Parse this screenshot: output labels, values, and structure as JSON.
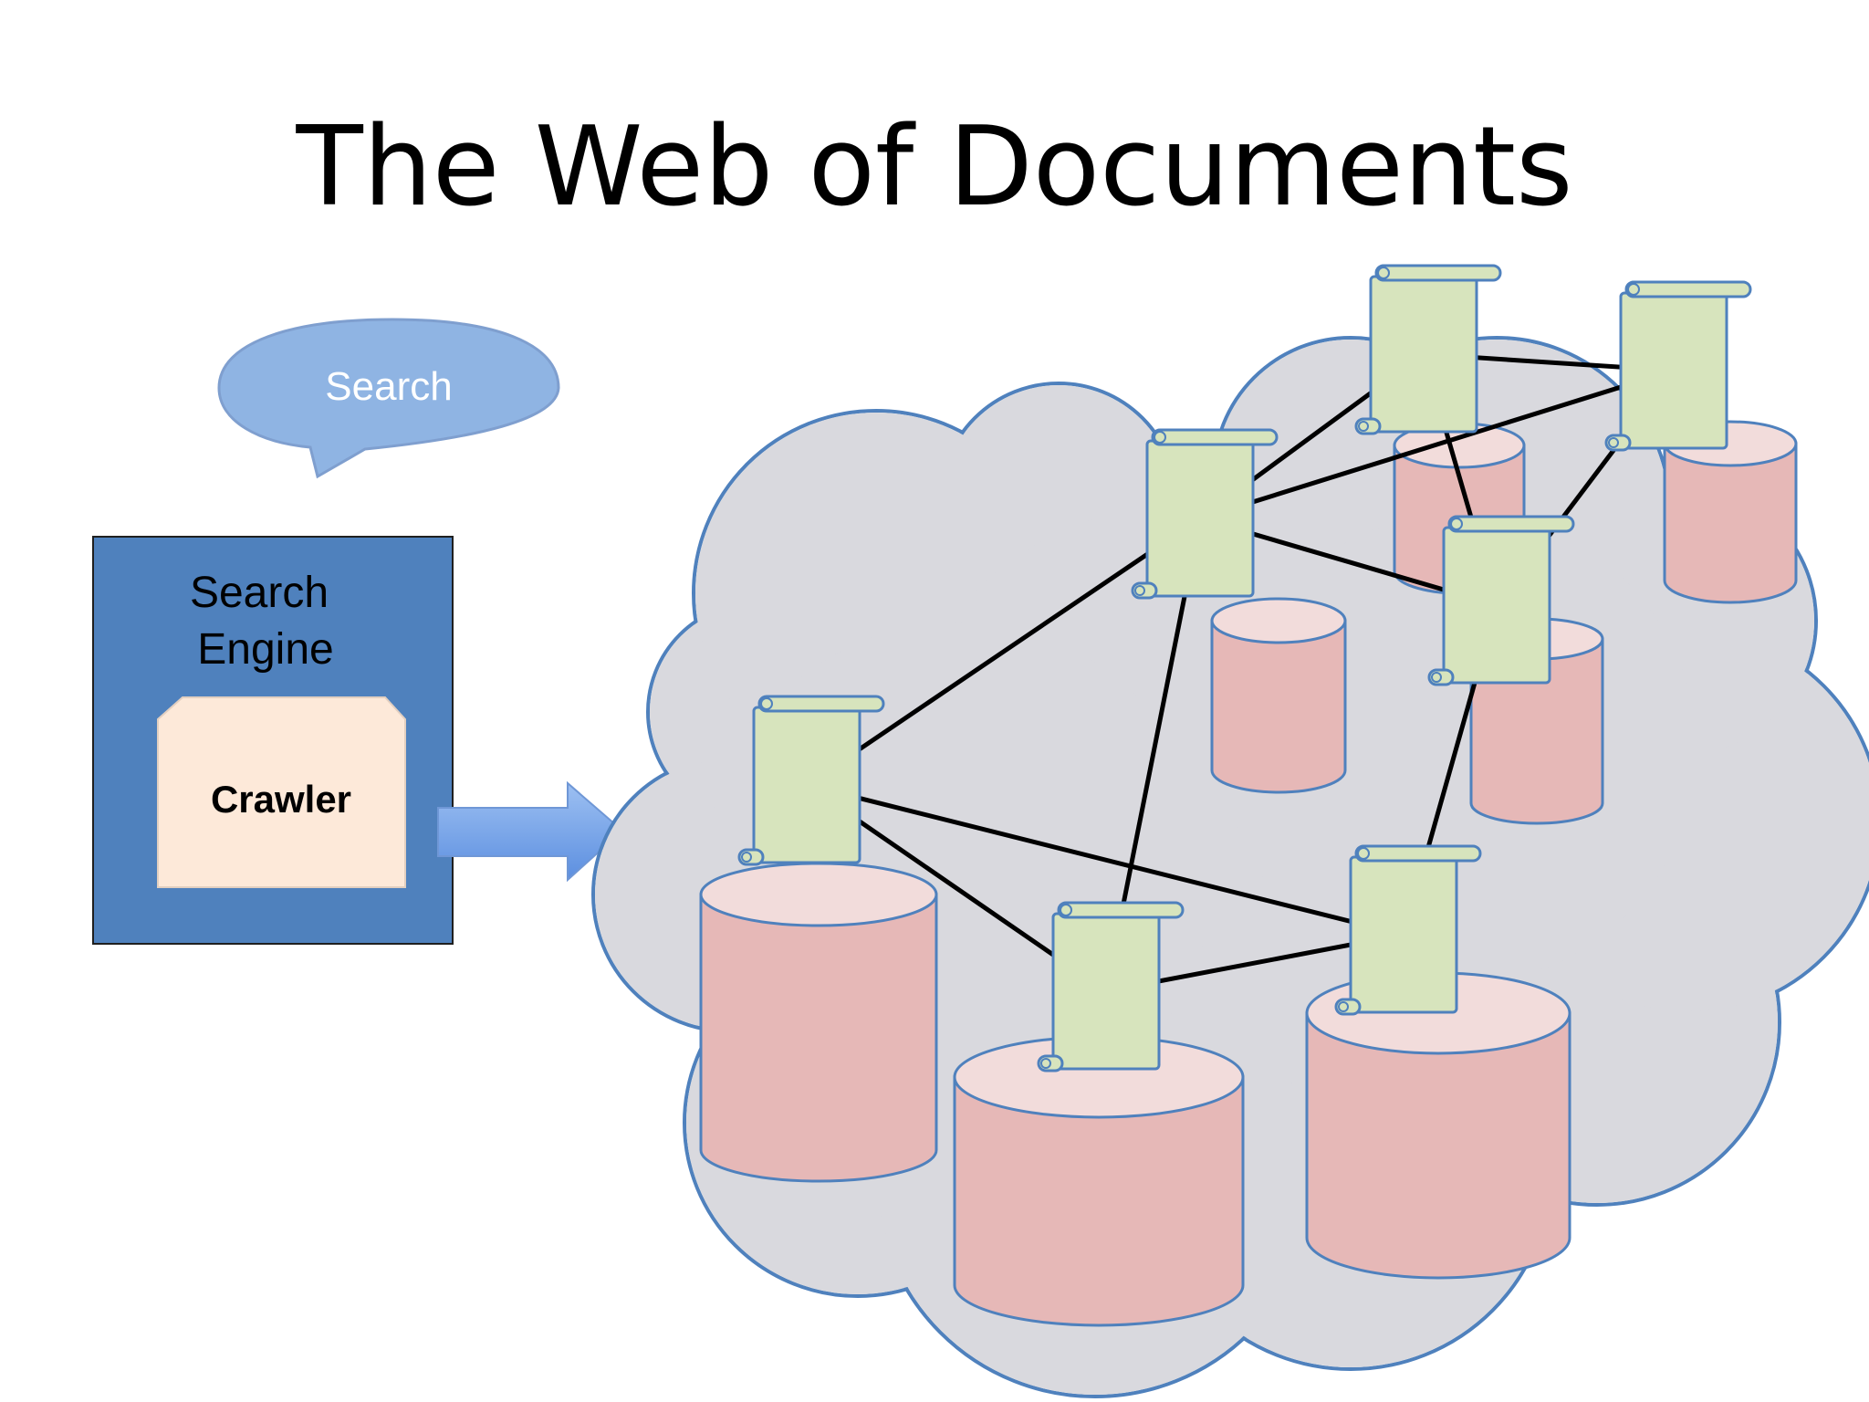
{
  "slide": {
    "title": "The Web of Documents"
  },
  "speech_bubble": {
    "label": "Search",
    "fill": "#8FB4E3",
    "stroke": "#7F9FCF"
  },
  "search_engine": {
    "label_line1": "Search",
    "label_line2": "Engine",
    "fill": "#4F81BD",
    "crawler_label": "Crawler",
    "crawler_fill": "#FDE9D9"
  },
  "colors": {
    "cloud_fill": "#D9D9DE",
    "cloud_stroke": "#4F81BD",
    "document_fill": "#D7E4BD",
    "document_stroke": "#4F81BD",
    "database_fill": "#E6B8B7",
    "database_top": "#F2DCDB",
    "link_color": "#000000",
    "arrow_fill": "#7DA7E8"
  }
}
